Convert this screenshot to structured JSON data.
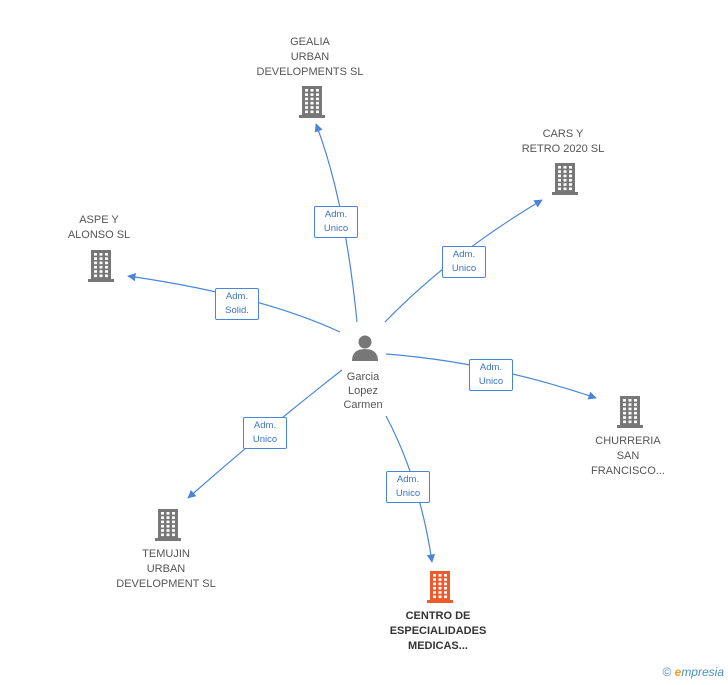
{
  "center": {
    "name_lines": [
      "Garcia",
      "Lopez",
      "Carmen"
    ],
    "icon": "person-icon",
    "color": "#777777"
  },
  "nodes": [
    {
      "id": "gealia",
      "lines": [
        "GEALIA",
        "URBAN",
        "DEVELOPMENTS SL"
      ],
      "icon": "building-icon",
      "color": "#777777"
    },
    {
      "id": "cars",
      "lines": [
        "CARS Y",
        "RETRO 2020 SL"
      ],
      "icon": "building-icon",
      "color": "#777777"
    },
    {
      "id": "aspe",
      "lines": [
        "ASPE Y",
        "ALONSO SL"
      ],
      "icon": "building-icon",
      "color": "#777777"
    },
    {
      "id": "churreria",
      "lines": [
        "CHURRERIA",
        "SAN",
        "FRANCISCO..."
      ],
      "icon": "building-icon",
      "color": "#777777"
    },
    {
      "id": "temujin",
      "lines": [
        "TEMUJIN",
        "URBAN",
        "DEVELOPMENT SL"
      ],
      "icon": "building-icon",
      "color": "#777777"
    },
    {
      "id": "centro",
      "lines": [
        "CENTRO DE",
        "ESPECIALIDADES",
        "MEDICAS..."
      ],
      "icon": "building-icon",
      "color": "#ee5a2a",
      "highlight": true
    }
  ],
  "edges": [
    {
      "to": "gealia",
      "lines": [
        "Adm.",
        "Unico"
      ]
    },
    {
      "to": "cars",
      "lines": [
        "Adm.",
        "Unico"
      ]
    },
    {
      "to": "aspe",
      "lines": [
        "Adm.",
        "Solid."
      ]
    },
    {
      "to": "churreria",
      "lines": [
        "Adm.",
        "Unico"
      ]
    },
    {
      "to": "temujin",
      "lines": [
        "Adm.",
        "Unico"
      ]
    },
    {
      "to": "centro",
      "lines": [
        "Adm.",
        "Unico"
      ]
    }
  ],
  "colors": {
    "edge": "#4a86d8"
  },
  "footer": {
    "copyright": "©",
    "brand_e": "e",
    "brand_rest": "mpresia"
  }
}
